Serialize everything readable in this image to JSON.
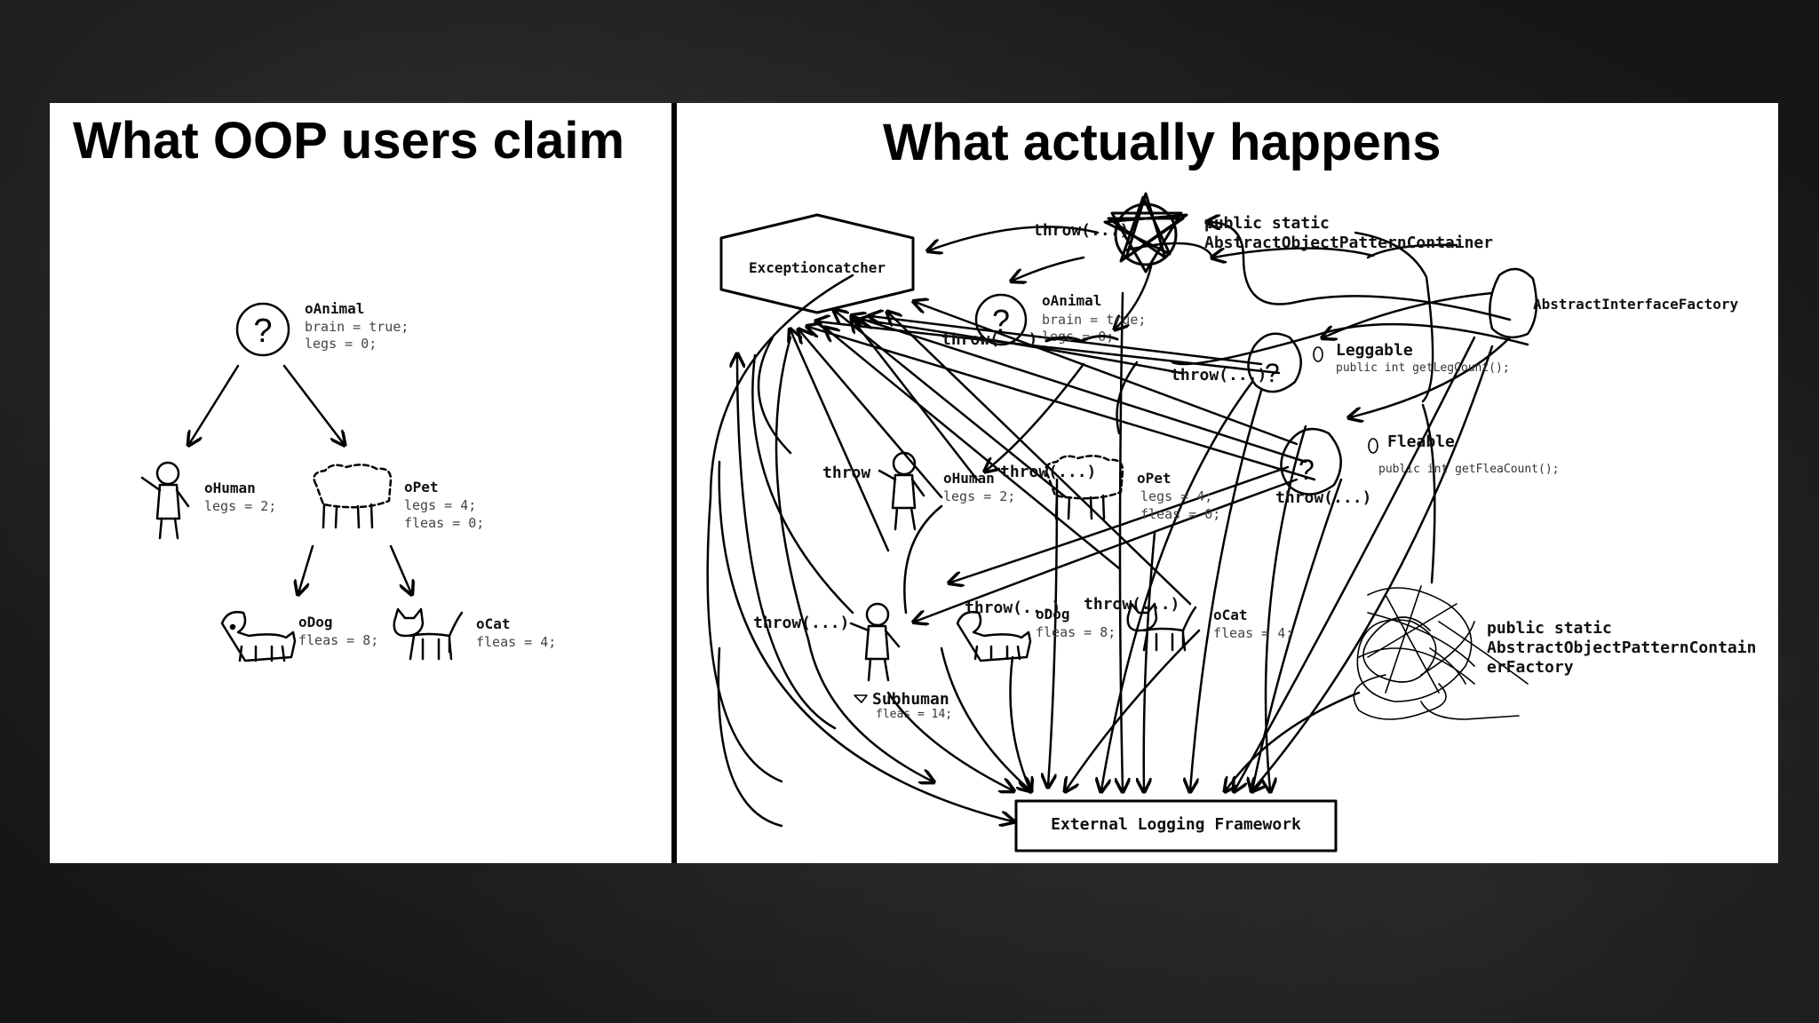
{
  "left_panel": {
    "title": "What OOP users claim",
    "animal": {
      "name": "oAnimal",
      "attr1": "brain = true;",
      "attr2": "legs = 0;"
    },
    "human": {
      "name": "oHuman",
      "attr1": "legs = 2;"
    },
    "pet": {
      "name": "oPet",
      "attr1": "legs = 4;",
      "attr2": "fleas = 0;"
    },
    "dog": {
      "name": "oDog",
      "attr1": "fleas = 8;"
    },
    "cat": {
      "name": "oCat",
      "attr1": "fleas = 4;"
    }
  },
  "right_panel": {
    "title": "What actually happens",
    "exceptioncatcher": "Exceptioncatcher",
    "container_line1": "public static",
    "container_line2": "AbstractObjectPatternContainer",
    "interface_factory": "AbstractInterfaceFactory",
    "leggable": "Leggable",
    "leggable_method": "public int getLegCount();",
    "fleeable": "Fleable",
    "fleeable_method": "public int getFleaCount();",
    "animal": {
      "name": "oAnimal",
      "attr1": "brain = true;",
      "attr2": "legs = 0;"
    },
    "human": {
      "name": "oHuman",
      "attr1": "legs = 2;"
    },
    "pet": {
      "name": "oPet",
      "attr1": "legs = 4;",
      "attr2": "fleas = 0;"
    },
    "dog": {
      "name": "oDog",
      "attr1": "fleas = 8;"
    },
    "cat": {
      "name": "oCat",
      "attr1": "fleas = 4;"
    },
    "subhuman": {
      "name": "Subhuman",
      "attr1": "fleas = 14;"
    },
    "throw_label": "throw(...)",
    "throw_short": "throw",
    "container_factory_line1": "public static",
    "container_factory_line2": "AbstractObjectPatternContain",
    "container_factory_line3": "erFactory",
    "logging": "External Logging Framework"
  }
}
